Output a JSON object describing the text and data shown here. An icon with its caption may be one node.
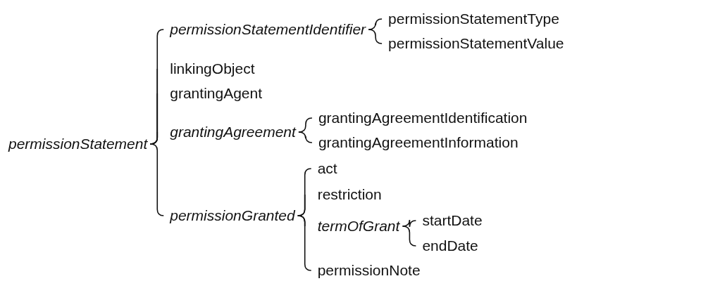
{
  "diagram": {
    "nodes": [
      {
        "text": [
          "permissionStatement"
        ]
      },
      {
        "text": [
          "permissionStatementIdentifier"
        ]
      },
      {
        "text": [
          "permissionStatementType"
        ]
      },
      {
        "text": [
          "permissionStatementValue"
        ]
      },
      {
        "text": [
          "linkingObject"
        ]
      },
      {
        "text": [
          "grantingAgent"
        ]
      },
      {
        "text": [
          "grantingAgreement"
        ]
      },
      {
        "text": [
          "grantingAgreementIdentification"
        ]
      },
      {
        "text": [
          "grantingAgreementInformation"
        ]
      },
      {
        "text": [
          "permissionGranted"
        ]
      },
      {
        "text": [
          "act"
        ]
      },
      {
        "text": [
          "restriction"
        ]
      },
      {
        "text": [
          "termOfGrant"
        ]
      },
      {
        "text": [
          "startDate"
        ]
      },
      {
        "text": [
          "endDate"
        ]
      },
      {
        "text": [
          "permissionNote"
        ]
      }
    ],
    "edges": [
      {
        "from": 0,
        "to": 1,
        "arrow": "none"
      },
      {
        "from": 0,
        "to": 4,
        "arrow": "none"
      },
      {
        "from": 0,
        "to": 5,
        "arrow": "none"
      },
      {
        "from": 0,
        "to": 6,
        "arrow": "none"
      },
      {
        "from": 0,
        "to": 9,
        "arrow": "none"
      },
      {
        "from": 1,
        "to": 2,
        "arrow": "none"
      },
      {
        "from": 1,
        "to": 3,
        "arrow": "none"
      },
      {
        "from": 6,
        "to": 7,
        "arrow": "none"
      },
      {
        "from": 6,
        "to": 8,
        "arrow": "none"
      },
      {
        "from": 9,
        "to": 10,
        "arrow": "none"
      },
      {
        "from": 9,
        "to": 11,
        "arrow": "none"
      },
      {
        "from": 9,
        "to": 12,
        "arrow": "none"
      },
      {
        "from": 9,
        "to": 15,
        "arrow": "none"
      },
      {
        "from": 12,
        "to": 13,
        "arrow": "none"
      },
      {
        "from": 12,
        "to": 14,
        "arrow": "none"
      }
    ]
  }
}
